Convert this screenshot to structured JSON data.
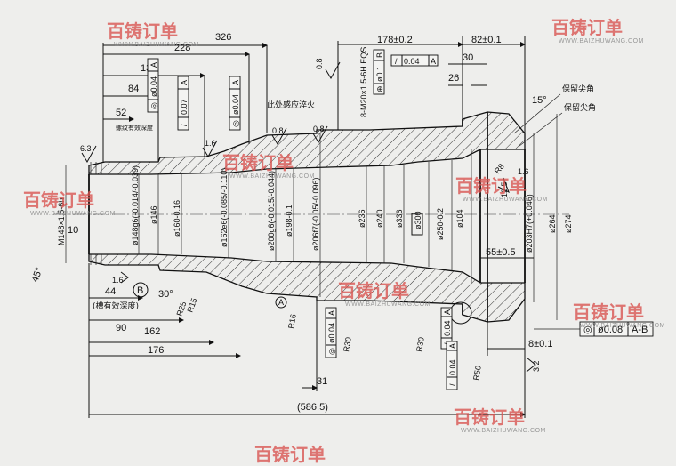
{
  "watermark": {
    "brand": "百铸订单",
    "url": "WWW.BAIZHUWANG.COM"
  },
  "dimensions": {
    "top": {
      "d326": "326",
      "d228": "228",
      "d136": "136",
      "d84": "84",
      "d52": "52",
      "d178": "178±0.2",
      "d82": "82±0.1",
      "d30": "30",
      "d26": "26",
      "d15deg": "15°"
    },
    "bottom": {
      "d44": "44",
      "d90": "90",
      "d162": "162",
      "d176": "176",
      "d31": "31",
      "d586": "(586.5)",
      "d8": "8±0.1",
      "d55": "55±0.5",
      "d10": "10",
      "d45deg": "45°",
      "d30deg": "30°"
    },
    "radii": {
      "r25": "R25",
      "r15": "R15",
      "r16": "R16",
      "r30a": "R30",
      "r30b": "R30",
      "r50": "R50",
      "r8": "R8"
    },
    "diameters": {
      "thread": "M148×1.5-6h",
      "d148": "ø148g6(-0.014/-0.039)",
      "d146": "ø146",
      "d160": "ø160-0.16",
      "d162": "ø162e6(-0.085/-0.110)",
      "d200": "ø200g6(-0.015/-0.044)",
      "d198": "ø198-0.1",
      "d206": "ø206f7(-0.05/-0.096)",
      "d236": "ø236",
      "d240": "ø240",
      "d336": "ø336",
      "d300": "ø300",
      "d250": "ø250-0.2",
      "d104": "ø104",
      "d203": "ø203H7(+0.046)",
      "d264": "ø264",
      "d274": "ø274",
      "thread2": "8-M20×1.5-6H EQS"
    },
    "surface": {
      "s63": "6.3",
      "s16a": "1.6",
      "s08a": "0.8",
      "s08b": "0.8",
      "s08c": "0.8",
      "s16b": "1.6",
      "s125": "12.5",
      "s16c": "1.6",
      "s32": "3.2"
    }
  },
  "tolerances": {
    "t1": {
      "symbol": "◎",
      "value": "ø0.04",
      "datum": "A"
    },
    "t2": {
      "symbol": "/",
      "value": "0.07",
      "datum": "A"
    },
    "t3": {
      "symbol": "◎",
      "value": "ø0.04",
      "datum": "A"
    },
    "t4": {
      "symbol": "⊕",
      "value": "ø0.1",
      "datum": "B"
    },
    "t5": {
      "symbol": "/",
      "value": "0.04",
      "datum": "A"
    },
    "t6": {
      "symbol": "◎",
      "value": "ø0.04",
      "datum": "A"
    },
    "t7": {
      "symbol": "/",
      "value": "0.04",
      "datum": "A"
    },
    "t8": {
      "symbol": "/",
      "value": "0.04",
      "datum": "A"
    },
    "t9": {
      "symbol": "◎",
      "value": "ø0.08",
      "datum": "A-B"
    }
  },
  "notes": {
    "keep_sharp_1": "保留尖角",
    "keep_sharp_2": "保留尖角",
    "quench": "此处感应淬火",
    "thread_depth_1": "螺纹有效深度",
    "thread_depth_2": "(槽有效深度)",
    "datum_a": "A",
    "datum_b": "B"
  }
}
